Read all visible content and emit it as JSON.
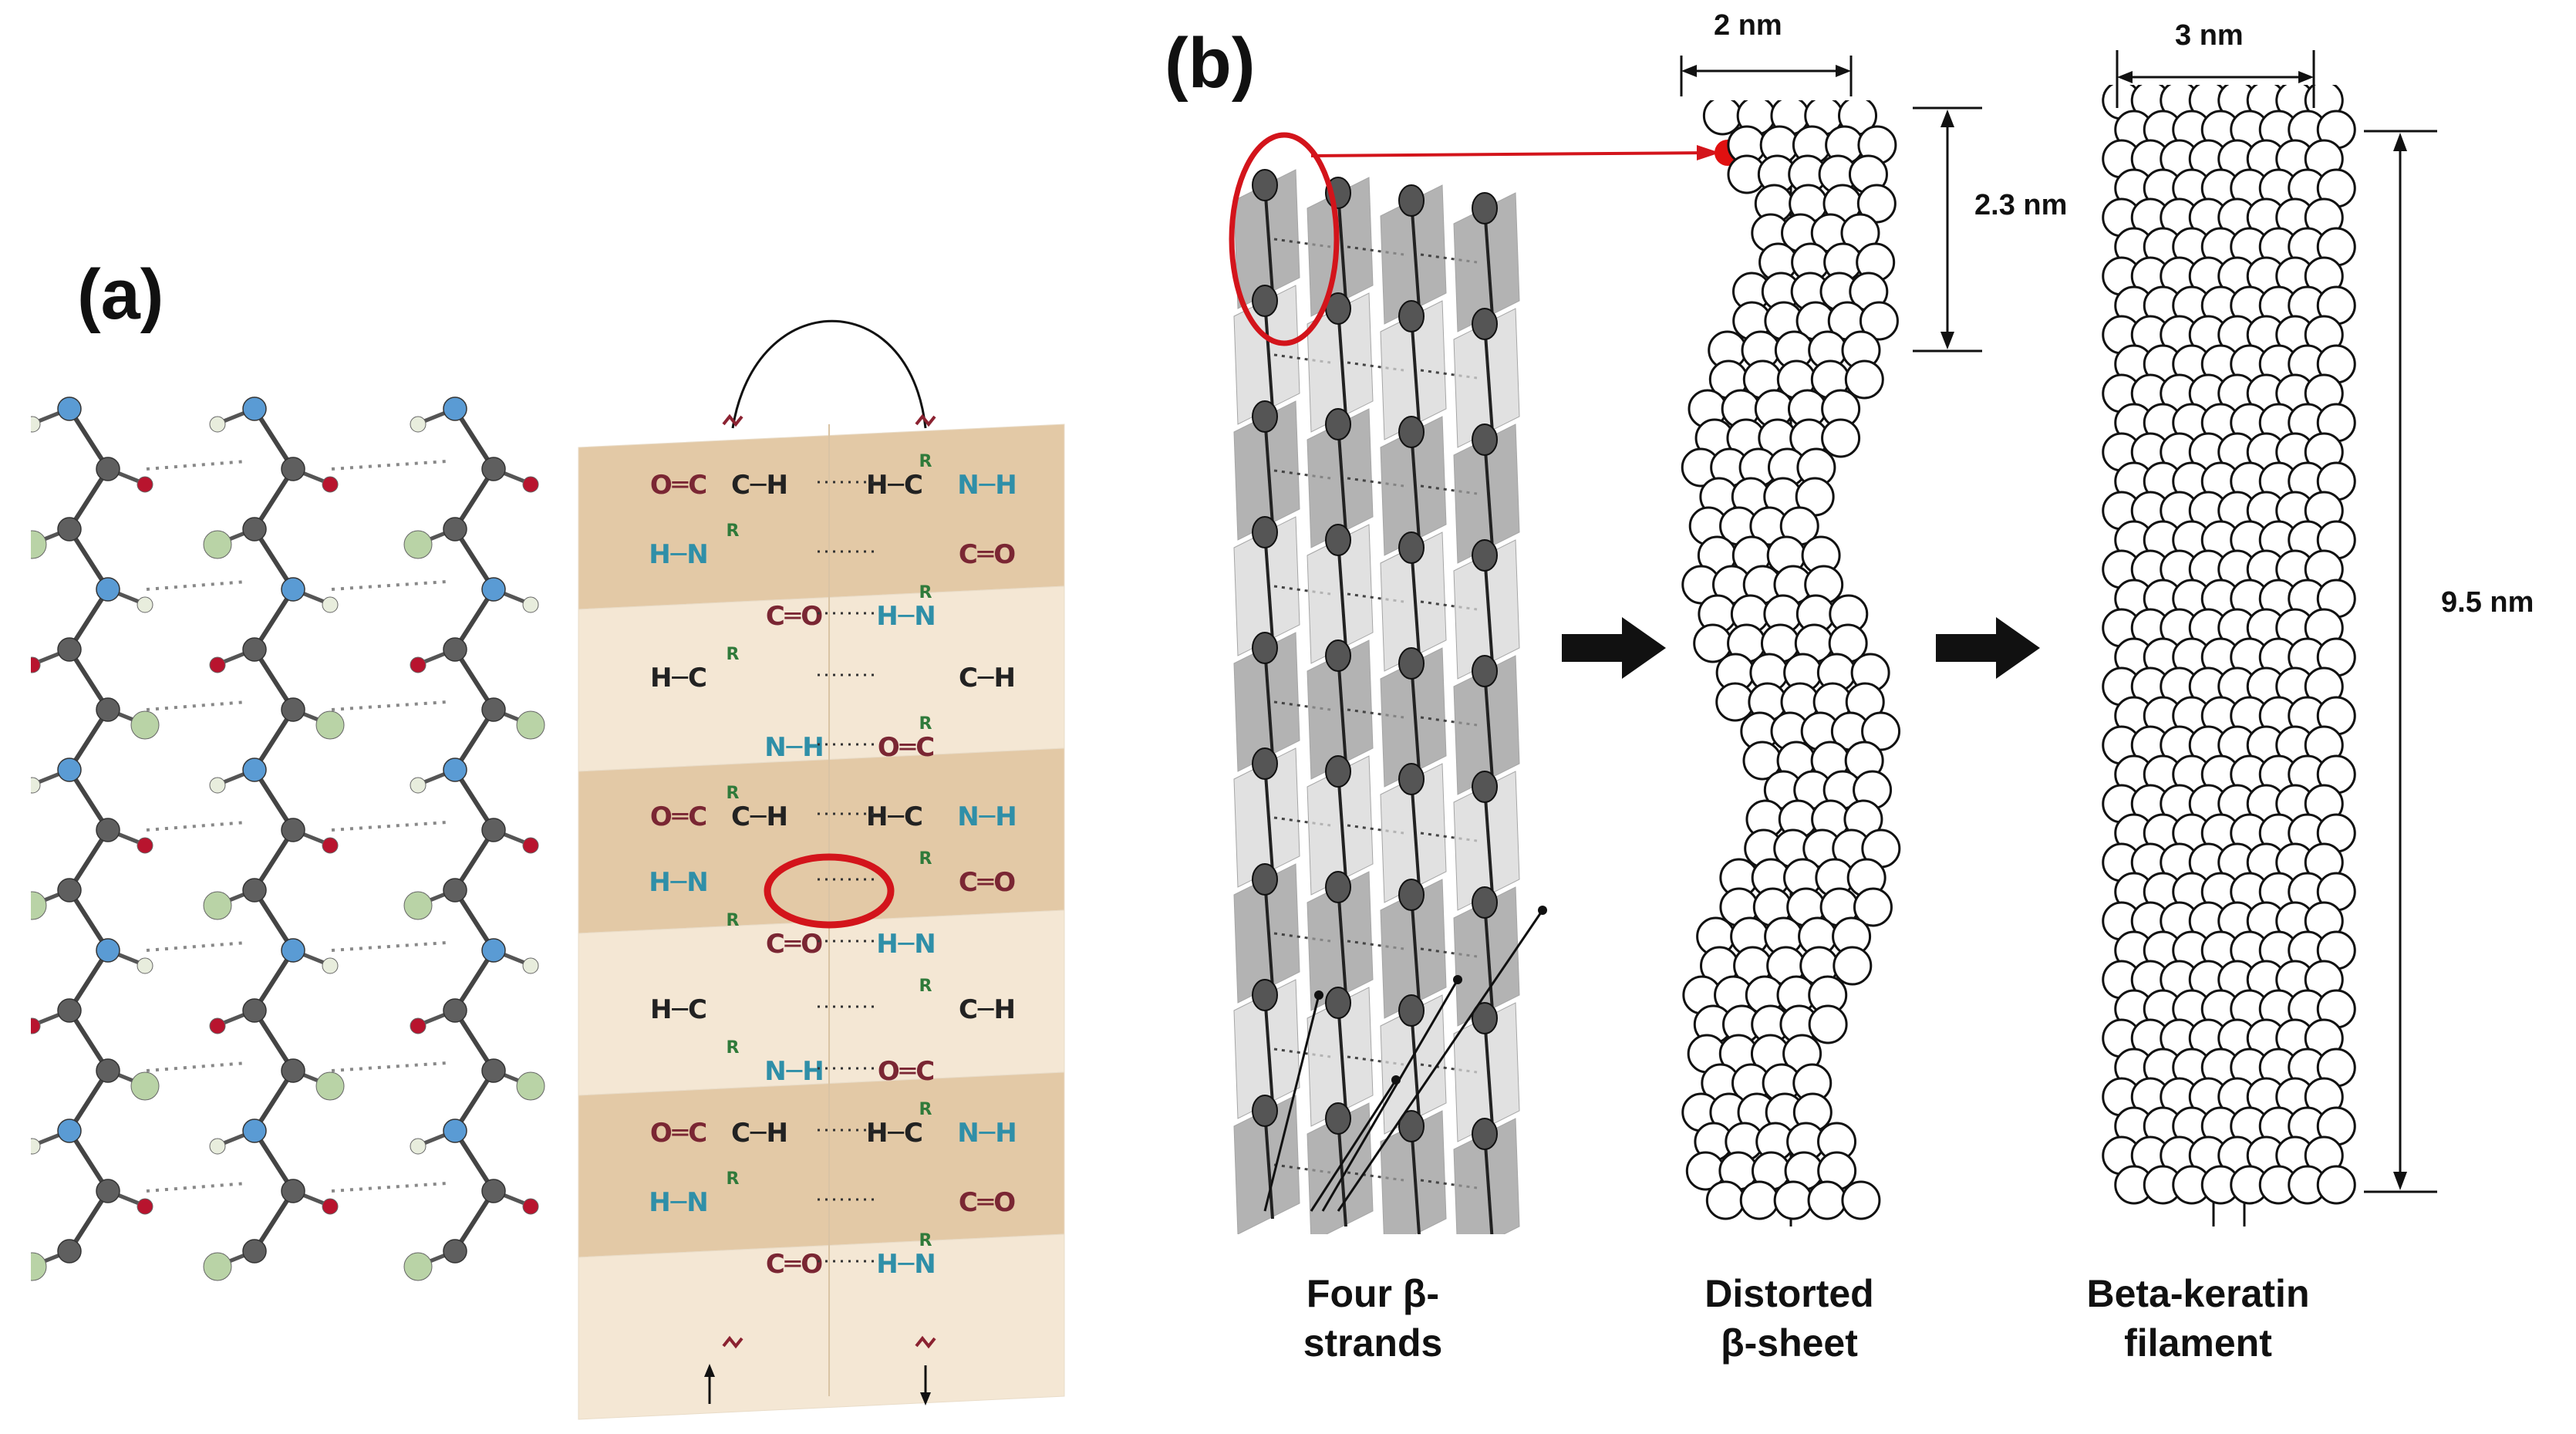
{
  "panels": {
    "a": {
      "label": "(a)"
    },
    "b": {
      "label": "(b)"
    }
  },
  "sheet_labels": {
    "carbonyl": "O═C",
    "amide": "N─H",
    "h_n": "H─N",
    "c_o": "C═O",
    "h_c": "H─C",
    "c_h": "C─H",
    "r": "R",
    "c": "C",
    "n": "N",
    "o": "O",
    "h": "H"
  },
  "captions": {
    "strands": {
      "line1": "Four β-",
      "line2": "strands"
    },
    "sheet": {
      "line1": "Distorted",
      "line2": "β-sheet"
    },
    "filament": {
      "line1": "Beta-keratin",
      "line2": "filament"
    }
  },
  "dimensions": {
    "sheet_width": "2 nm",
    "sheet_pitch": "2.3 nm",
    "filament_width": "3 nm",
    "filament_length": "9.5 nm"
  },
  "colors": {
    "highlight_red": "#d3141b",
    "atom_carbon": "#5f5f5f",
    "atom_oxygen": "#b8142e",
    "atom_nitrogen": "#5a9bd4",
    "atom_r": "#b9d3a6",
    "atom_h": "#e8eddd",
    "sheet_dark": "#e3c9a6",
    "sheet_light": "#f4e7d4",
    "text_teal": "#2f8fa8",
    "text_maroon": "#7a2633",
    "text_green": "#2f7a3a"
  }
}
